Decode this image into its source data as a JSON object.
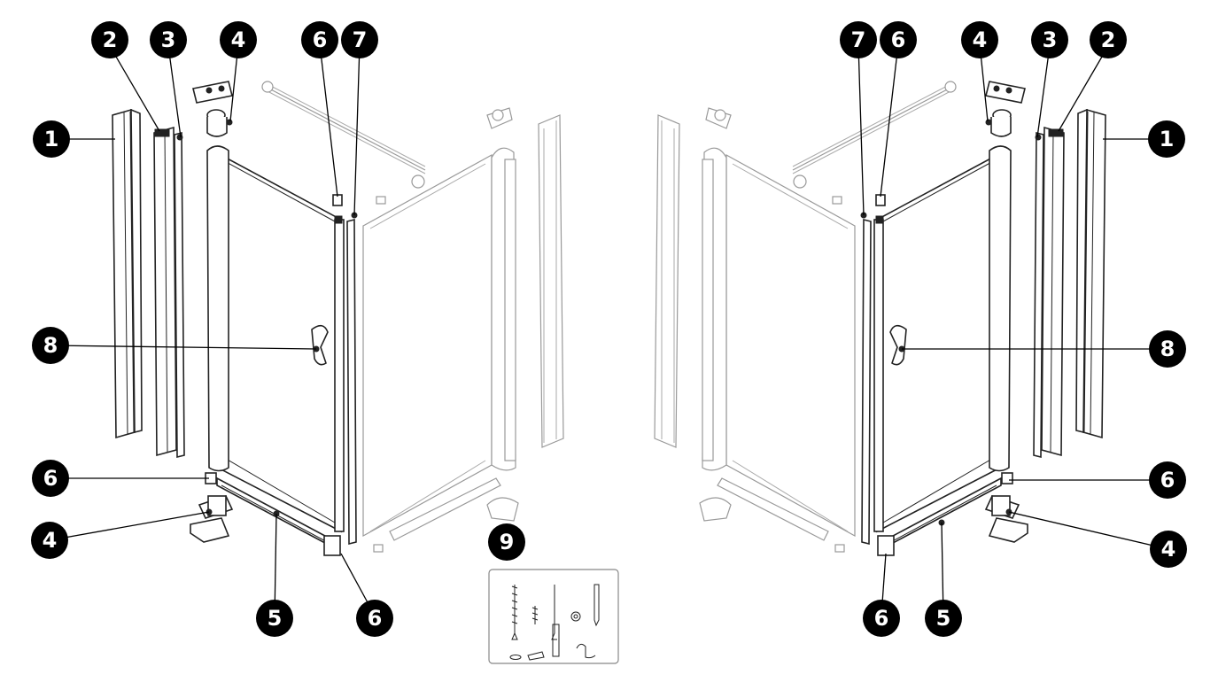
{
  "diagram": {
    "callouts": [
      {
        "id": "L1",
        "label": "1"
      },
      {
        "id": "L2",
        "label": "2"
      },
      {
        "id": "L3",
        "label": "3"
      },
      {
        "id": "L4a",
        "label": "4"
      },
      {
        "id": "L6a",
        "label": "6"
      },
      {
        "id": "L7",
        "label": "7"
      },
      {
        "id": "L8",
        "label": "8"
      },
      {
        "id": "L6b",
        "label": "6"
      },
      {
        "id": "L4b",
        "label": "4"
      },
      {
        "id": "L5",
        "label": "5"
      },
      {
        "id": "L6c",
        "label": "6"
      },
      {
        "id": "R7",
        "label": "7"
      },
      {
        "id": "R6a",
        "label": "6"
      },
      {
        "id": "R4a",
        "label": "4"
      },
      {
        "id": "R3",
        "label": "3"
      },
      {
        "id": "R2",
        "label": "2"
      },
      {
        "id": "R1",
        "label": "1"
      },
      {
        "id": "R8",
        "label": "8"
      },
      {
        "id": "R6b",
        "label": "6"
      },
      {
        "id": "R4b",
        "label": "4"
      },
      {
        "id": "R6c",
        "label": "6"
      },
      {
        "id": "R5",
        "label": "5"
      },
      {
        "id": "K9",
        "label": "9"
      }
    ]
  }
}
